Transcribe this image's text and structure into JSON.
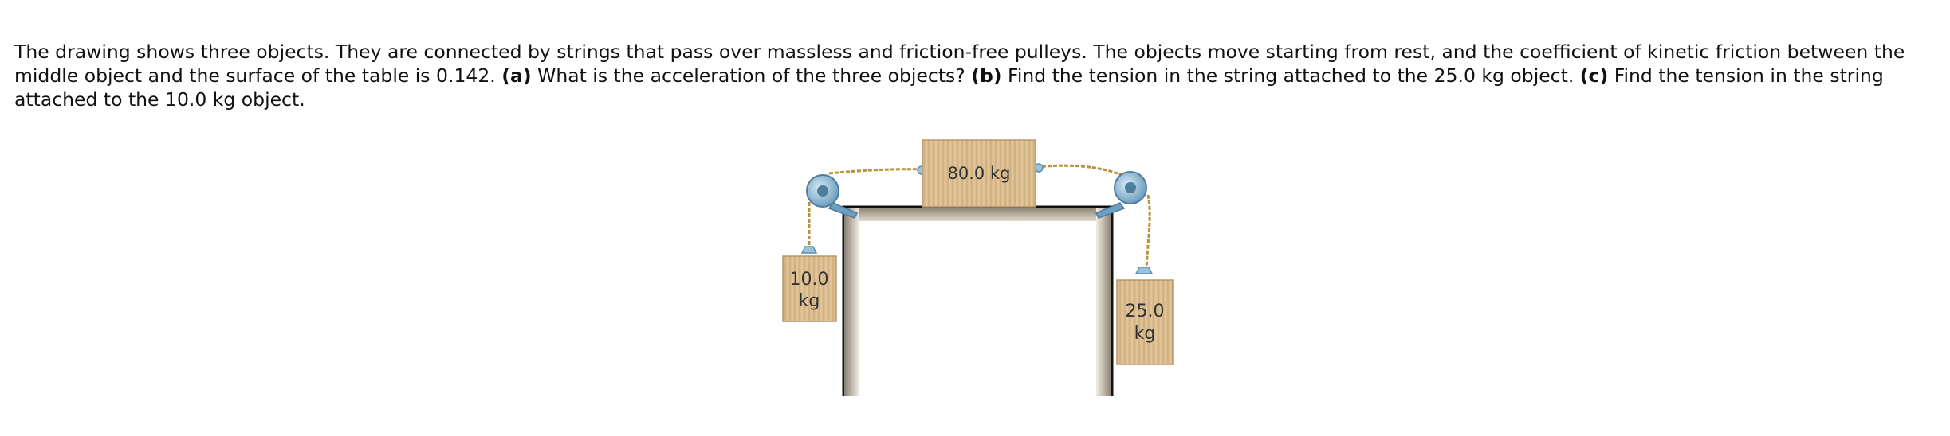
{
  "question": {
    "intro": "The drawing shows three objects. They are connected by strings that pass over massless and friction-free pulleys. The objects move starting from rest, and the coefficient of kinetic friction between the middle object and the surface of the table is 0.142.",
    "part_a_label": "(a)",
    "part_a_text": "What is the acceleration of the three objects?",
    "part_b_label": "(b)",
    "part_b_text": "Find the tension in the string attached to the 25.0 kg object.",
    "part_c_label": "(c)",
    "part_c_text": "Find the tension in the string attached to the 10.0 kg object."
  },
  "figure": {
    "middle_block_label": "80.0 kg",
    "left_block_line1": "10.0",
    "left_block_line2": "kg",
    "right_block_line1": "25.0",
    "right_block_line2": "kg"
  },
  "colors": {
    "wood": "#d9b98c",
    "wood_dark": "#b89668",
    "pulley": "#9cc3dc",
    "pulley_dark": "#5d8fb0",
    "table_wall": "#c8bfae",
    "string": "#b7913c"
  }
}
